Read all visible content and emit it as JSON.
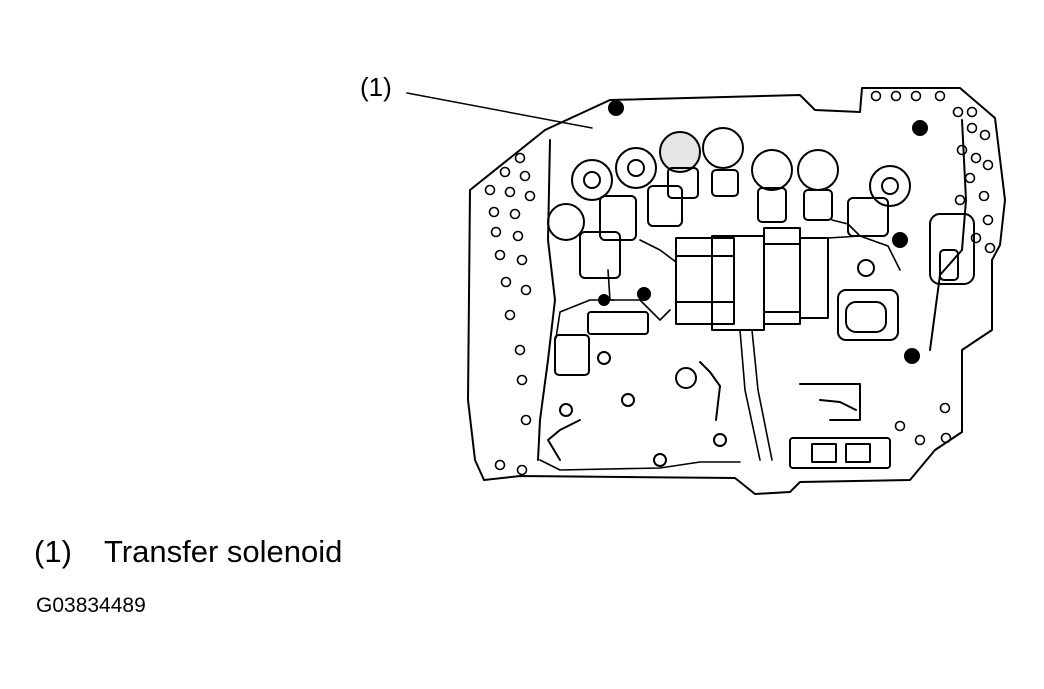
{
  "callout": {
    "number": "(1)"
  },
  "legend": [
    {
      "number": "(1)",
      "label": "Transfer solenoid"
    }
  ],
  "figure_id": "G03834489"
}
